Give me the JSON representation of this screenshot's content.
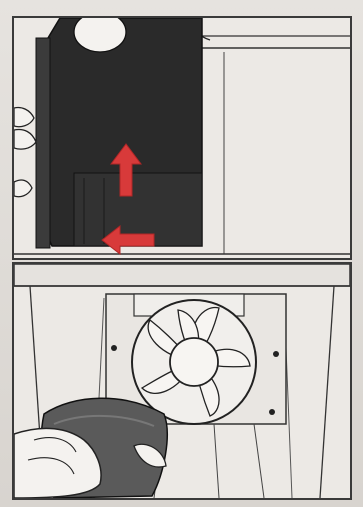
{
  "figure": {
    "panels": [
      {
        "id": "top",
        "description": "",
        "arrows": [
          "up",
          "left"
        ],
        "arrow_color": "#d83a3a"
      },
      {
        "id": "bottom",
        "description": ""
      }
    ]
  }
}
